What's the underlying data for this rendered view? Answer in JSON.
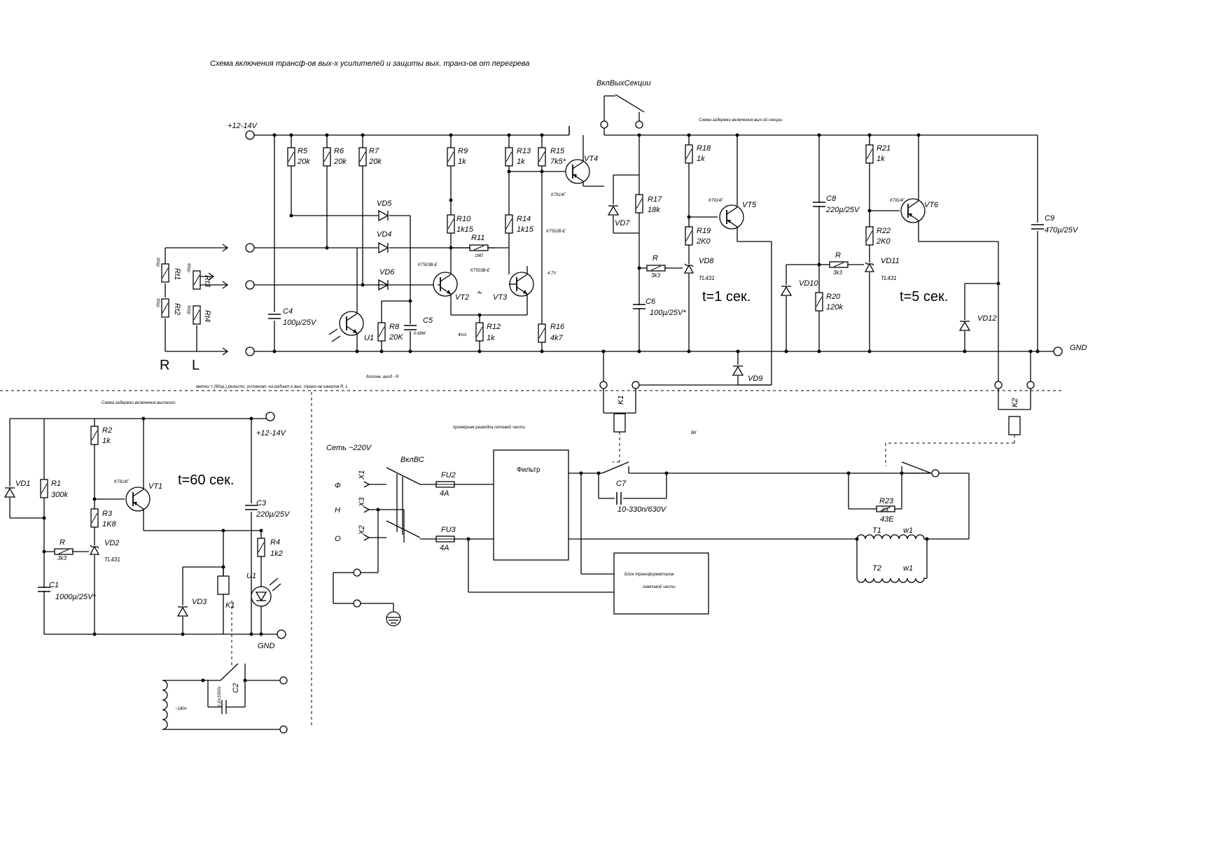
{
  "header": {
    "title": "Схема включения трансф-ов вых-х усилителей и защиты вых. транз-ов от перегрева",
    "switch_label": "ВклВыхСекции",
    "delay_output_title": "Схема задержки включения вых-ой секции",
    "delay_high_title": "Схема задержки включения высокого",
    "mains_title": "примерная разводка сетевой части"
  },
  "rails": {
    "supply_main": "+12-14V",
    "gnd_main": "GND",
    "supply_left": "+12-14V",
    "gnd_left": "GND",
    "mains": "Сеть ~220V"
  },
  "notes": {
    "input_r": "доплнж. вход - R",
    "thermistor": "метки: t (90гр.) резисто. установл. на радиат-х вых. транз-ов каналов R, L",
    "delay_1": "t=1 сек.",
    "delay_5": "t=5 сек.",
    "delay_60": "t=60 сек.",
    "current_4ma": "4mA",
    "volt_4v": "4v",
    "volt_47v": "4.7V",
    "ac_180": "~180v",
    "channel_r": "R",
    "channel_l": "L",
    "bk": "ВК"
  },
  "components": {
    "R5": {
      "ref": "R5",
      "value": "20k"
    },
    "R6": {
      "ref": "R6",
      "value": "20k"
    },
    "R7": {
      "ref": "R7",
      "value": "20k"
    },
    "R8": {
      "ref": "R8",
      "value": "20K"
    },
    "R9": {
      "ref": "R9",
      "value": "1k"
    },
    "R10": {
      "ref": "R10",
      "value": "1k15"
    },
    "R11": {
      "ref": "R11",
      "value": "1M0"
    },
    "R12": {
      "ref": "R12",
      "value": "1k"
    },
    "R13": {
      "ref": "R13",
      "value": "1k"
    },
    "R14": {
      "ref": "R14",
      "value": "1k15"
    },
    "R15": {
      "ref": "R15",
      "value": "7k5*"
    },
    "R16": {
      "ref": "R16",
      "value": "4k7"
    },
    "R17": {
      "ref": "R17",
      "value": "18k"
    },
    "R18": {
      "ref": "R18",
      "value": "1k"
    },
    "R19": {
      "ref": "R19",
      "value": "2K0"
    },
    "R20": {
      "ref": "R20",
      "value": "120k"
    },
    "R21": {
      "ref": "R21",
      "value": "1k"
    },
    "R22": {
      "ref": "R22",
      "value": "2K0"
    },
    "R23": {
      "ref": "R23",
      "value": "43E",
      "extra": "XX"
    },
    "Ra": {
      "ref": "R",
      "value": "3k3"
    },
    "Rb": {
      "ref": "R",
      "value": "3k3"
    },
    "Rc": {
      "ref": "R",
      "value": "3k3"
    },
    "R1": {
      "ref": "R1",
      "value": "300k"
    },
    "R2": {
      "ref": "R2",
      "value": "1k"
    },
    "R3": {
      "ref": "R3",
      "value": "1K8"
    },
    "R4": {
      "ref": "R4",
      "value": "1k2"
    },
    "Rt1": {
      "ref": "Rt1",
      "value": "90гр"
    },
    "Rt2": {
      "ref": "Rt2",
      "value": "90гр"
    },
    "Rt3": {
      "ref": "Rt3",
      "value": "90гр"
    },
    "Rt4": {
      "ref": "Rt4",
      "value": "90гр"
    },
    "C1": {
      "ref": "C1",
      "value": "1000µ/25V*"
    },
    "C2": {
      "ref": "C2",
      "value": "2,2n/1000v"
    },
    "C3": {
      "ref": "C3",
      "value": "220µ/25V"
    },
    "C4": {
      "ref": "C4",
      "value": "100µ/25V"
    },
    "C5": {
      "ref": "C5",
      "value": "0.68M"
    },
    "C6": {
      "ref": "C6",
      "value": "100µ/25V*"
    },
    "C7": {
      "ref": "C7",
      "value": "10-330n/630V"
    },
    "C8": {
      "ref": "C8",
      "value": "220µ/25V"
    },
    "C9": {
      "ref": "C9",
      "value": "470µ/25V"
    },
    "VT1": {
      "ref": "VT1",
      "type": "KT814Г"
    },
    "VT2": {
      "ref": "VT2",
      "type": "KT503B-E"
    },
    "VT3": {
      "ref": "VT3",
      "type": "KT503B-E"
    },
    "VT4": {
      "ref": "VT4",
      "type": "KT814Г"
    },
    "VT5": {
      "ref": "VT5",
      "type": "KT814Г"
    },
    "VT6": {
      "ref": "VT6",
      "type": "KT814Г"
    },
    "VT3b": {
      "type": "KT502B-E"
    },
    "VD1": {
      "ref": "VD1"
    },
    "VD2": {
      "ref": "VD2",
      "type": "TL431"
    },
    "VD3": {
      "ref": "VD3"
    },
    "VD4": {
      "ref": "VD4"
    },
    "VD5": {
      "ref": "VD5"
    },
    "VD6": {
      "ref": "VD6"
    },
    "VD7": {
      "ref": "VD7"
    },
    "VD8": {
      "ref": "VD8",
      "type": "TL431"
    },
    "VD9": {
      "ref": "VD9"
    },
    "VD10": {
      "ref": "VD10"
    },
    "VD11": {
      "ref": "VD11",
      "type": "TL431"
    },
    "VD12": {
      "ref": "VD12"
    },
    "U1a": {
      "ref": "U1"
    },
    "U1b": {
      "ref": "U1"
    },
    "K1a": {
      "ref": "K1"
    },
    "K1b": {
      "ref": "K1"
    },
    "K2": {
      "ref": "K2"
    },
    "FU2": {
      "ref": "FU2",
      "value": "4A"
    },
    "FU3": {
      "ref": "FU3",
      "value": "4A"
    },
    "X1": {
      "ref": "X1",
      "pin": "Ф"
    },
    "X2": {
      "ref": "X2",
      "pin": "О"
    },
    "X3": {
      "ref": "X3",
      "pin": "Н"
    },
    "T1": {
      "ref": "T1",
      "winding": "w1"
    },
    "T2": {
      "ref": "T2",
      "winding": "w1"
    },
    "SWBC": {
      "ref": "ВклВС"
    }
  },
  "blocks": {
    "filter": "Фильтр",
    "transformers_1": "Блок трансформаторов",
    "transformers_2": "ламповой части"
  }
}
